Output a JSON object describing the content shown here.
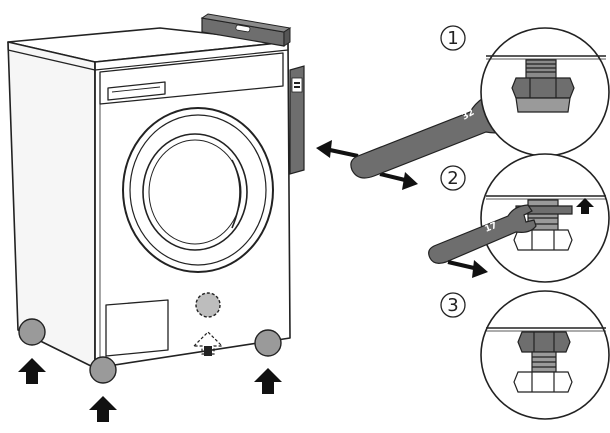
{
  "steps": [
    {
      "label": "1",
      "wrench_size": "32"
    },
    {
      "label": "2",
      "wrench_size": "17"
    },
    {
      "label": "3"
    }
  ],
  "icons": {
    "spirit_level": "spirit-level-icon",
    "arrow_up": "arrow-up-icon",
    "double_arrow": "double-arrow-icon"
  },
  "colors": {
    "line": "#222222",
    "foot_gray": "#9a9a9a",
    "wrench_gray": "#6e6e6e",
    "machine_fill": "#ffffff"
  }
}
